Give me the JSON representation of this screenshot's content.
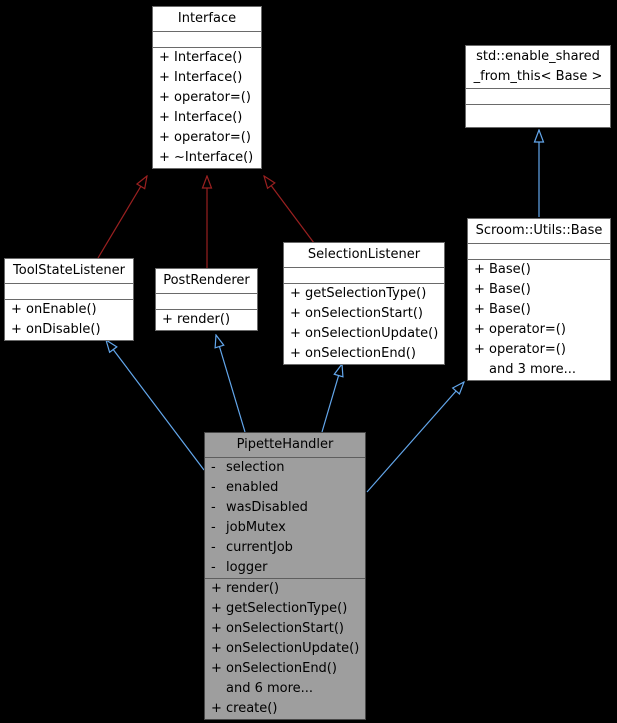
{
  "colors": {
    "background": "#000000",
    "box_fill": "#ffffff",
    "box_border": "#6a6a6a",
    "highlight_fill": "#9e9e9e",
    "highlight_border": "#474747",
    "arrow_red": "#9a2020",
    "arrow_blue": "#63a7ec",
    "text": "#000000"
  },
  "classes": {
    "interface": {
      "title": "Interface",
      "methods": [
        {
          "pfx": "+",
          "label": "Interface()"
        },
        {
          "pfx": "+",
          "label": "Interface()"
        },
        {
          "pfx": "+",
          "label": "operator=()"
        },
        {
          "pfx": "+",
          "label": "Interface()"
        },
        {
          "pfx": "+",
          "label": "operator=()"
        },
        {
          "pfx": "+",
          "label": "~Interface()"
        }
      ]
    },
    "enable_shared": {
      "title_lines": [
        "std::enable_shared",
        "_from_this< Base >"
      ]
    },
    "tool_state_listener": {
      "title": "ToolStateListener",
      "methods": [
        {
          "pfx": "+",
          "label": "onEnable()"
        },
        {
          "pfx": "+",
          "label": "onDisable()"
        }
      ]
    },
    "post_renderer": {
      "title": "PostRenderer",
      "methods": [
        {
          "pfx": "+",
          "label": "render()"
        }
      ]
    },
    "selection_listener": {
      "title": "SelectionListener",
      "methods": [
        {
          "pfx": "+",
          "label": "getSelectionType()"
        },
        {
          "pfx": "+",
          "label": "onSelectionStart()"
        },
        {
          "pfx": "+",
          "label": "onSelectionUpdate()"
        },
        {
          "pfx": "+",
          "label": "onSelectionEnd()"
        }
      ]
    },
    "scroom_utils_base": {
      "title": "Scroom::Utils::Base",
      "methods": [
        {
          "pfx": "+",
          "label": "Base()"
        },
        {
          "pfx": "+",
          "label": "Base()"
        },
        {
          "pfx": "+",
          "label": "Base()"
        },
        {
          "pfx": "+",
          "label": "operator=()"
        },
        {
          "pfx": "+",
          "label": "operator=()"
        },
        {
          "pfx": "",
          "label": "and 3 more..."
        }
      ]
    },
    "pipette_handler": {
      "title": "PipetteHandler",
      "fields": [
        {
          "pfx": "-",
          "label": "selection"
        },
        {
          "pfx": "-",
          "label": "enabled"
        },
        {
          "pfx": "-",
          "label": "wasDisabled"
        },
        {
          "pfx": "-",
          "label": "jobMutex"
        },
        {
          "pfx": "-",
          "label": "currentJob"
        },
        {
          "pfx": "-",
          "label": "logger"
        }
      ],
      "methods": [
        {
          "pfx": "+",
          "label": "render()"
        },
        {
          "pfx": "+",
          "label": "getSelectionType()"
        },
        {
          "pfx": "+",
          "label": "onSelectionStart()"
        },
        {
          "pfx": "+",
          "label": "onSelectionUpdate()"
        },
        {
          "pfx": "+",
          "label": "onSelectionEnd()"
        },
        {
          "pfx": "",
          "label": "and 6 more..."
        },
        {
          "pfx": "+",
          "label": "create()"
        }
      ]
    }
  }
}
